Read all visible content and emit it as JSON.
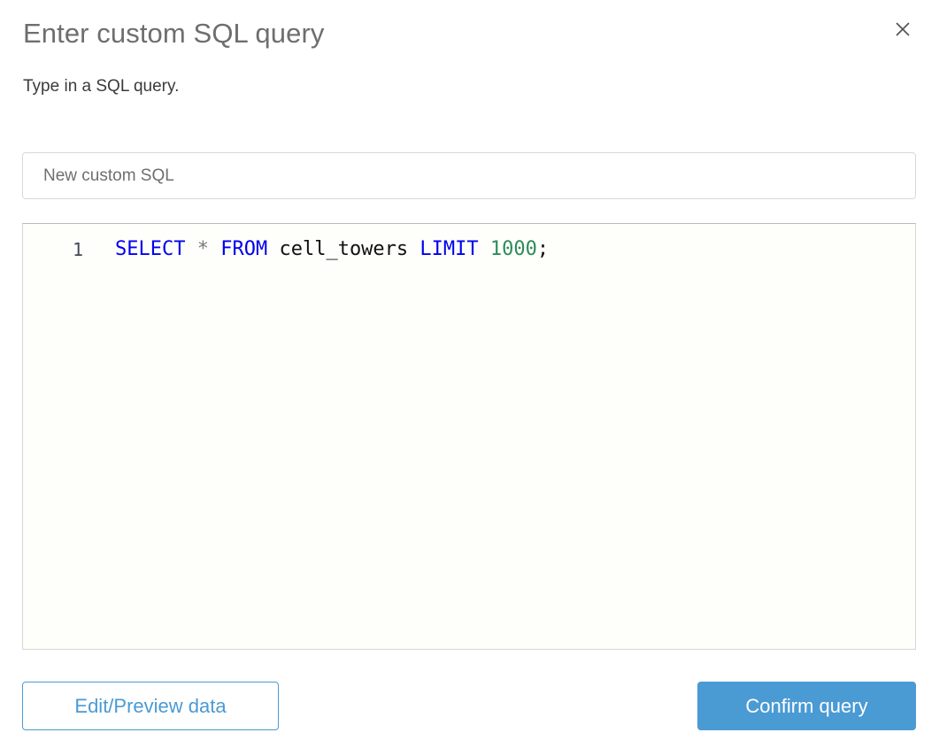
{
  "dialog": {
    "title": "Enter custom SQL query",
    "subtitle": "Type in a SQL query.",
    "close_icon": "close-icon"
  },
  "name_field": {
    "value": "",
    "placeholder": "New custom SQL"
  },
  "editor": {
    "line_number": "1",
    "query_text": "SELECT * FROM cell_towers LIMIT 1000;",
    "tokens": {
      "select": "SELECT",
      "space1": " ",
      "star": "*",
      "space2": " ",
      "from": "FROM",
      "space3": " ",
      "table": "cell_towers",
      "space4": " ",
      "limit": "LIMIT",
      "space5": " ",
      "number": "1000",
      "semicolon": ";"
    }
  },
  "footer": {
    "secondary_label": "Edit/Preview data",
    "primary_label": "Confirm query"
  },
  "colors": {
    "accent_blue": "#4a9ad4",
    "keyword_blue": "#0000ee",
    "number_green": "#2e8b57",
    "title_gray": "#6e6e6e",
    "subtitle_gray": "#3b3b3b",
    "editor_bg": "#fefefb"
  }
}
